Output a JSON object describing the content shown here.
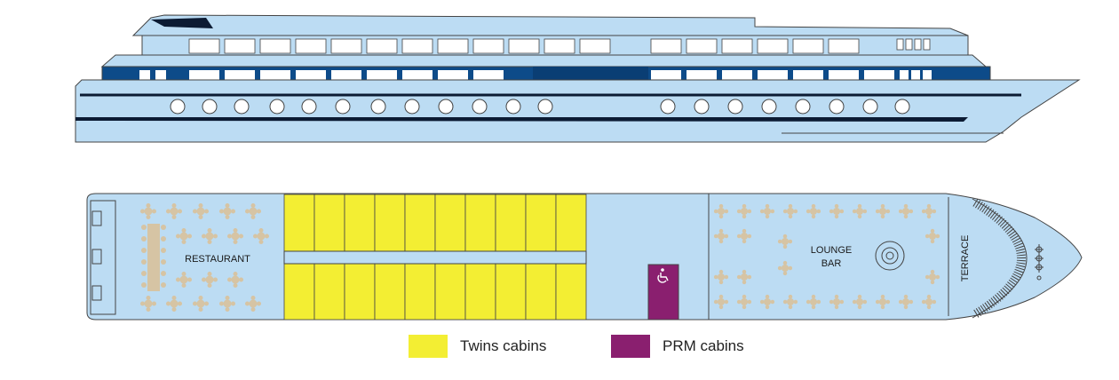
{
  "colors": {
    "hull": "#bcdcf3",
    "outline": "#444444",
    "stripe": "#0c1b33",
    "deck_band": "#0d4b89",
    "twins": "#f3ee33",
    "prm": "#8a1f6f",
    "furniture": "#d6c4a4"
  },
  "deck": {
    "restaurant_label": "RESTAURANT",
    "lounge_label_1": "LOUNGE",
    "lounge_label_2": "BAR",
    "terrace_label": "TERRACE",
    "prm_icon": "wheelchair-icon",
    "helm_icon": "ship-wheel-icon"
  },
  "legend": [
    {
      "label": "Twins cabins",
      "color": "#f3ee33"
    },
    {
      "label": "PRM cabins",
      "color": "#8a1f6f"
    }
  ]
}
